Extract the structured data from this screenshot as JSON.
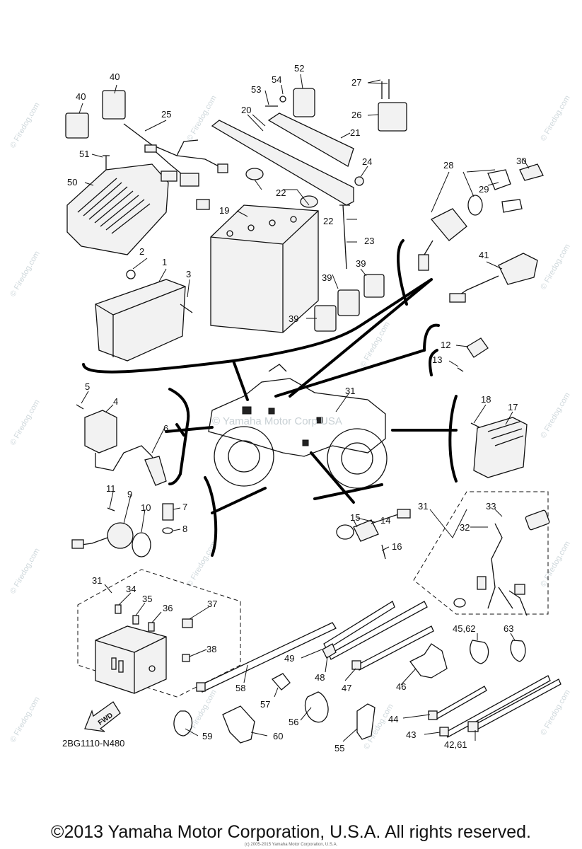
{
  "diagram": {
    "code": "2BG1110-N480",
    "fwd_label": "FWD",
    "watermark": "© Firedog.com",
    "center_watermark": "© Yamaha Motor Corp USA",
    "copyright": "©2013 Yamaha Motor Corporation, U.S.A. All rights reserved.",
    "copyright_small": "(c) 2005-2015 Yamaha Motor Corporation, U.S.A.",
    "callouts": {
      "c1": "1",
      "c2": "2",
      "c3": "3",
      "c4": "4",
      "c5": "5",
      "c6": "6",
      "c7": "7",
      "c8": "8",
      "c9": "9",
      "c10": "10",
      "c11": "11",
      "c12": "12",
      "c13": "13",
      "c14": "14",
      "c15": "15",
      "c16": "16",
      "c17": "17",
      "c18": "18",
      "c19": "19",
      "c20": "20",
      "c21": "21",
      "c22a": "22",
      "c22b": "22",
      "c23": "23",
      "c24": "24",
      "c25": "25",
      "c26": "26",
      "c27": "27",
      "c28": "28",
      "c29": "29",
      "c30": "30",
      "c31a": "31",
      "c31b": "31",
      "c31c": "31",
      "c32": "32",
      "c33": "33",
      "c34": "34",
      "c35": "35",
      "c36": "36",
      "c37": "37",
      "c38": "38",
      "c39a": "39",
      "c39b": "39",
      "c39c": "39",
      "c40a": "40",
      "c40b": "40",
      "c41": "41",
      "c42": "42,61",
      "c43": "43",
      "c44": "44",
      "c45": "45,62",
      "c46": "46",
      "c47": "47",
      "c48": "48",
      "c49": "49",
      "c50": "50",
      "c51": "51",
      "c52": "52",
      "c53": "53",
      "c54": "54",
      "c55": "55",
      "c56": "56",
      "c57": "57",
      "c58": "58",
      "c59": "59",
      "c60": "60",
      "c63": "63"
    }
  }
}
